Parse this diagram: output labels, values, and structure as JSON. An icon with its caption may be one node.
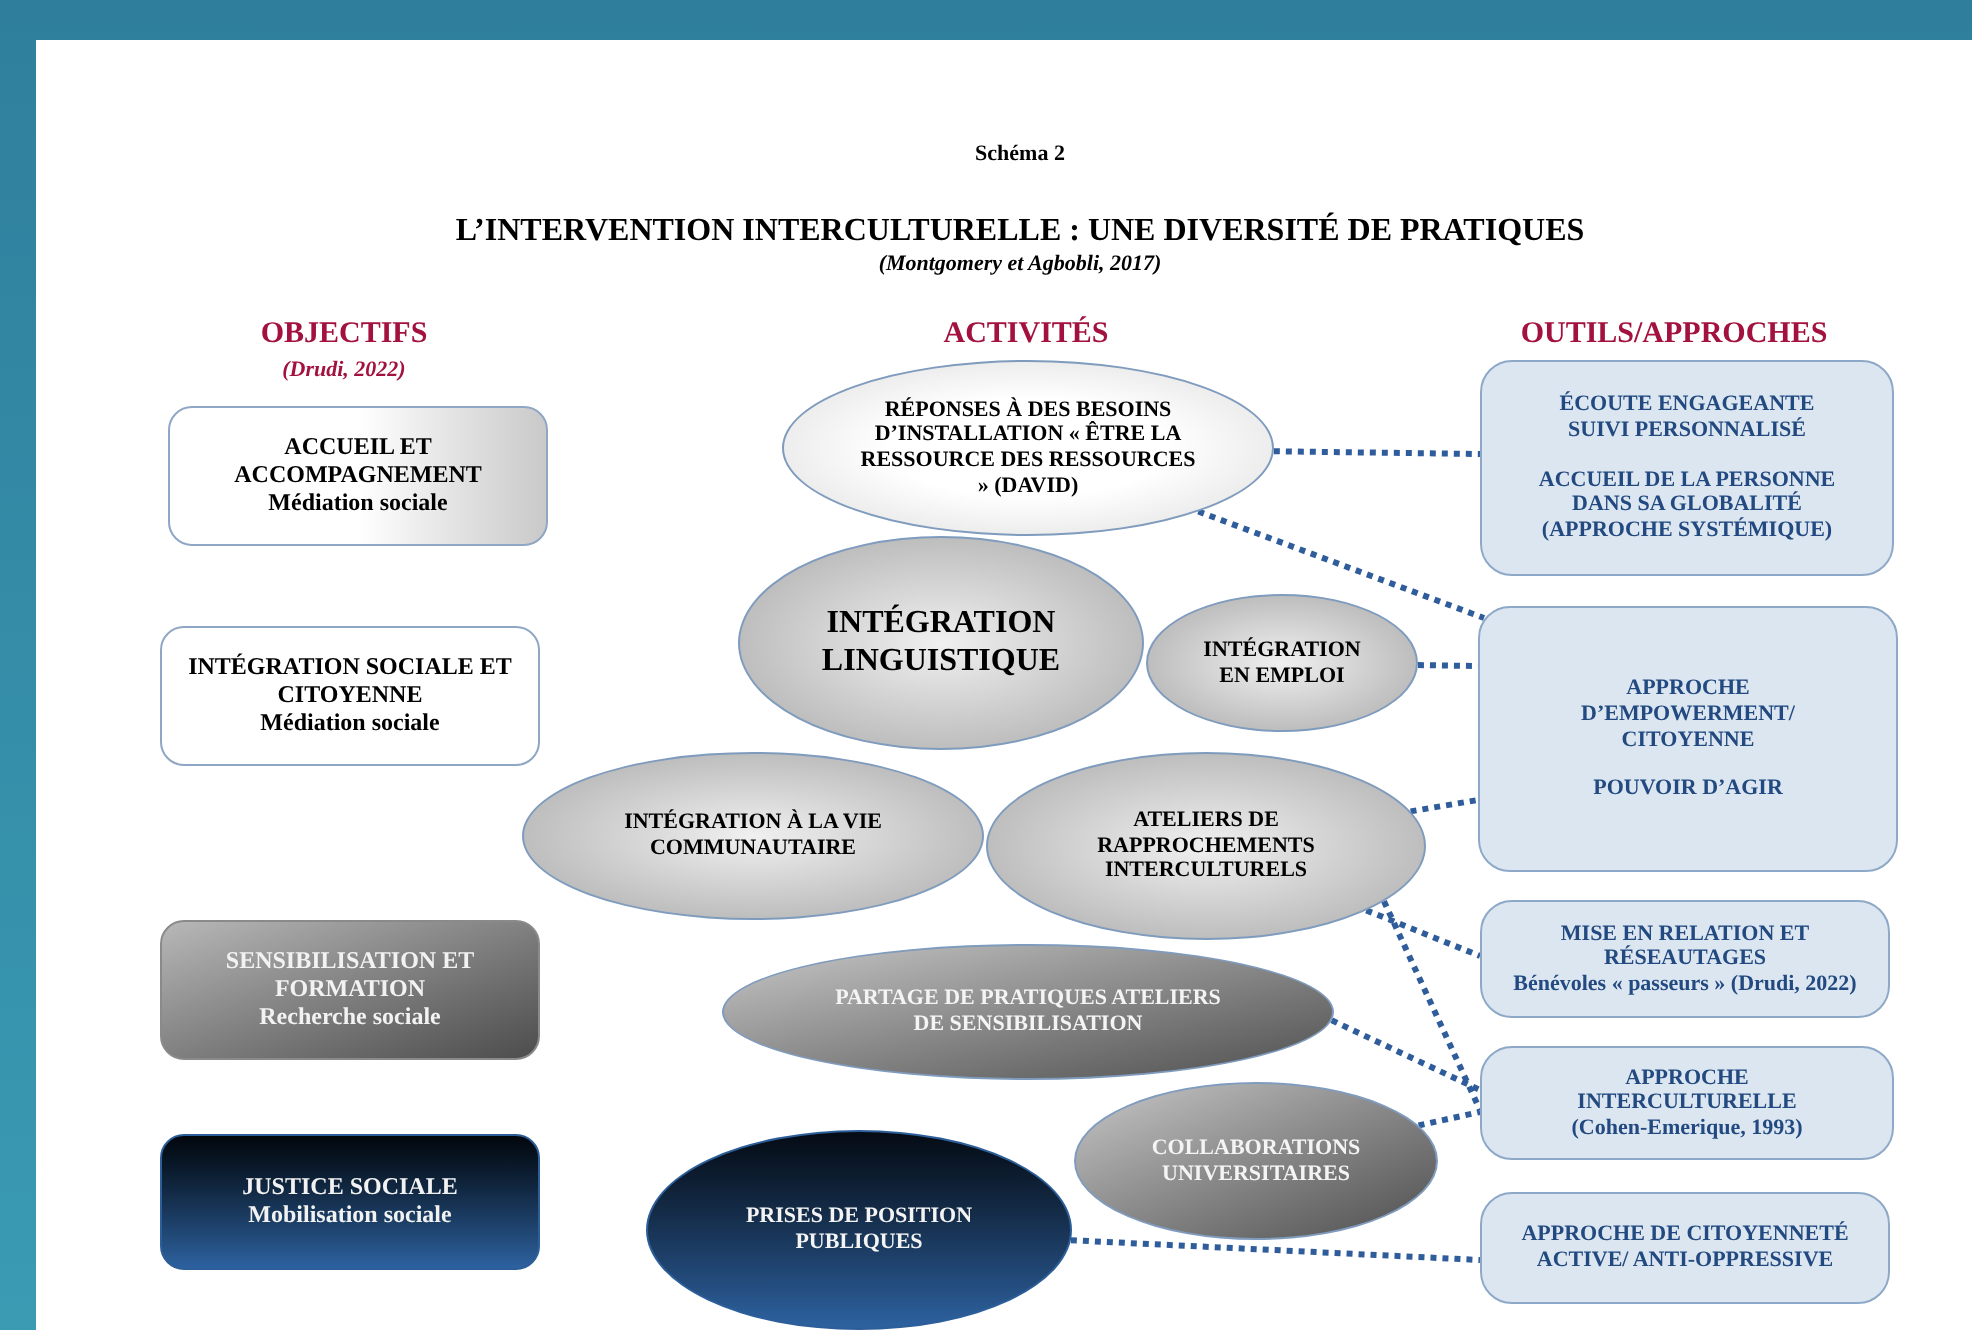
{
  "diagram": {
    "title": "L’INTERVENTION INTERCULTURELLE : UNE DIVERSITÉ DE PRATIQUES",
    "nodes": [
      {
        "text": [
          "ACCUEIL ET ACCOMPAGNEMENT",
          "Médiation sociale"
        ]
      },
      {
        "text": [
          "INTÉGRATION SOCIALE ET CITOYENNE",
          "Médiation sociale"
        ]
      },
      {
        "text": [
          "SENSIBILISATION ET FORMATION",
          "Recherche sociale"
        ]
      },
      {
        "text": [
          "JUSTICE SOCIALE",
          "Mobilisation sociale"
        ]
      },
      {
        "text": [
          "RÉPONSES À DES BESOINS D’INSTALLATION « ÊTRE LA RESSOURCE DES RESSOURCES » (DAVID)"
        ]
      },
      {
        "text": [
          "INTÉGRATION LINGUISTIQUE"
        ]
      },
      {
        "text": [
          "INTÉGRATION EN EMPLOI"
        ]
      },
      {
        "text": [
          "INTÉGRATION À LA VIE COMMUNAUTAIRE"
        ]
      },
      {
        "text": [
          "ATELIERS DE RAPPROCHEMENTS INTERCULTURELS"
        ]
      },
      {
        "text": [
          "PARTAGE DE PRATIQUES ATELIERS DE SENSIBILISATION"
        ]
      },
      {
        "text": [
          "COLLABORATIONS UNIVERSITAIRES"
        ]
      },
      {
        "text": [
          "PRISES DE POSITION PUBLIQUES"
        ]
      },
      {
        "text": [
          "ÉCOUTE ENGAGEANTE SUIVI PERSONNALISÉ",
          "ACCUEIL DE LA PERSONNE DANS SA GLOBALITÉ (APPROCHE SYSTÉMIQUE)"
        ]
      },
      {
        "text": [
          "APPROCHE D’EMPOWERMENT/ CITOYENNE",
          "POUVOIR D’AGIR"
        ]
      },
      {
        "text": [
          "MISE EN RELATION ET RÉSEAUTAGES",
          "Bénévoles « passeurs » (Drudi, 2022)"
        ]
      },
      {
        "text": [
          "APPROCHE INTERCULTURELLE (Cohen-Emerique, 1993)"
        ]
      },
      {
        "text": [
          "APPROCHE DE CITOYENNETÉ ACTIVE/ ANTI-OPPRESSIVE"
        ]
      }
    ],
    "edges": [
      {
        "from": 4,
        "to": 12,
        "arrow": "none"
      },
      {
        "from": 4,
        "to": 13,
        "arrow": "none"
      },
      {
        "from": 6,
        "to": 13,
        "arrow": "none"
      },
      {
        "from": 8,
        "to": 13,
        "arrow": "none"
      },
      {
        "from": 8,
        "to": 14,
        "arrow": "none"
      },
      {
        "from": 8,
        "to": 15,
        "arrow": "none"
      },
      {
        "from": 9,
        "to": 15,
        "arrow": "none"
      },
      {
        "from": 10,
        "to": 15,
        "arrow": "none"
      },
      {
        "from": 11,
        "to": 16,
        "arrow": "none"
      }
    ],
    "labels": [
      "Schéma 2",
      "(Montgomery et Agbobli, 2017)",
      "OBJECTIFS",
      "(Drudi, 2022)",
      "ACTIVITÉS",
      "OUTILS/APPROCHES"
    ]
  }
}
